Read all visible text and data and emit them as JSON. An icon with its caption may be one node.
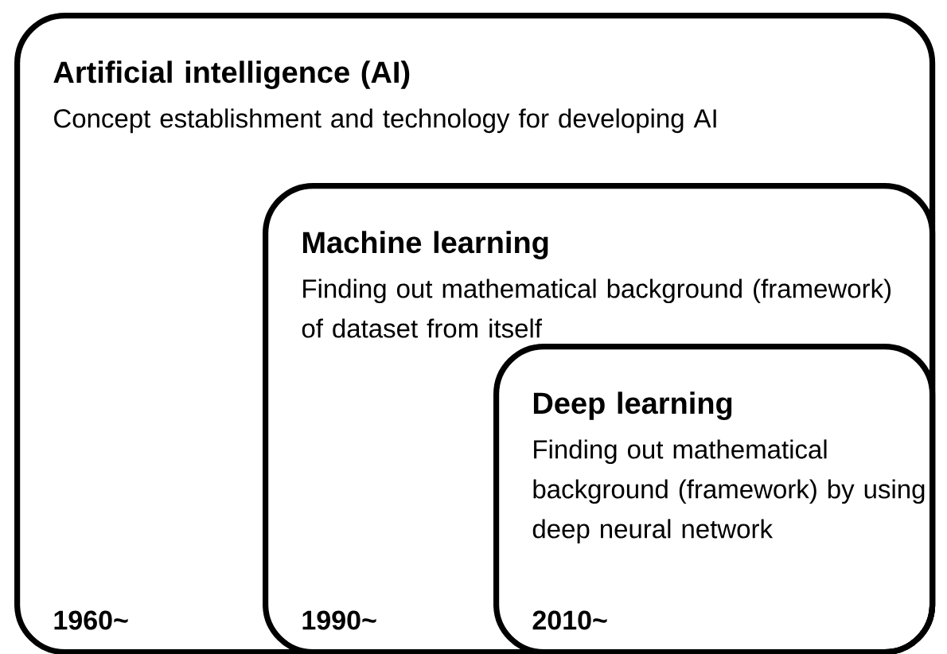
{
  "diagram": {
    "nodes": [
      {
        "text": [
          "Artificial intelligence (AI)",
          "Concept establishment and technology for developing AI",
          "1960~"
        ]
      },
      {
        "text": [
          "Machine learning",
          "Finding out mathematical background (framework) of dataset from itself",
          "1990~"
        ],
        "in": 0
      },
      {
        "text": [
          "Deep learning",
          "Finding out mathematical background (framework) by using deep neural network",
          "2010~"
        ],
        "in": 1
      }
    ]
  }
}
